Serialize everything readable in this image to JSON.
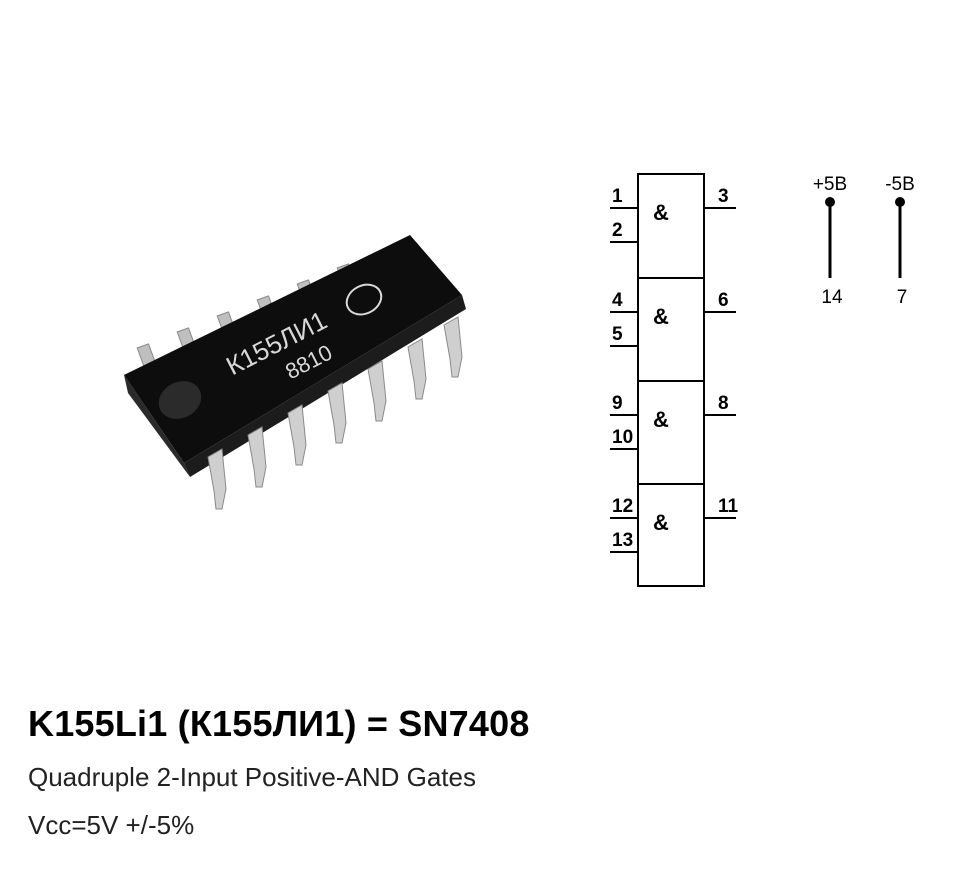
{
  "chip": {
    "marking_line1": "К155ЛИ1",
    "marking_line2": "8810"
  },
  "diagram": {
    "gates": [
      {
        "inputs": [
          "1",
          "2"
        ],
        "output": "3",
        "symbol": "&"
      },
      {
        "inputs": [
          "4",
          "5"
        ],
        "output": "6",
        "symbol": "&"
      },
      {
        "inputs": [
          "9",
          "10"
        ],
        "output": "8",
        "symbol": "&"
      },
      {
        "inputs": [
          "12",
          "13"
        ],
        "output": "11",
        "symbol": "&"
      }
    ],
    "power": {
      "positive_label": "+5В",
      "positive_pin": "14",
      "negative_label": "-5В",
      "negative_pin": "7"
    }
  },
  "text": {
    "title": "K155Li1 (К155ЛИ1) = SN7408",
    "subtitle": "Quadruple 2-Input Positive-AND Gates",
    "vcc": "Vcc=5V +/-5%"
  }
}
